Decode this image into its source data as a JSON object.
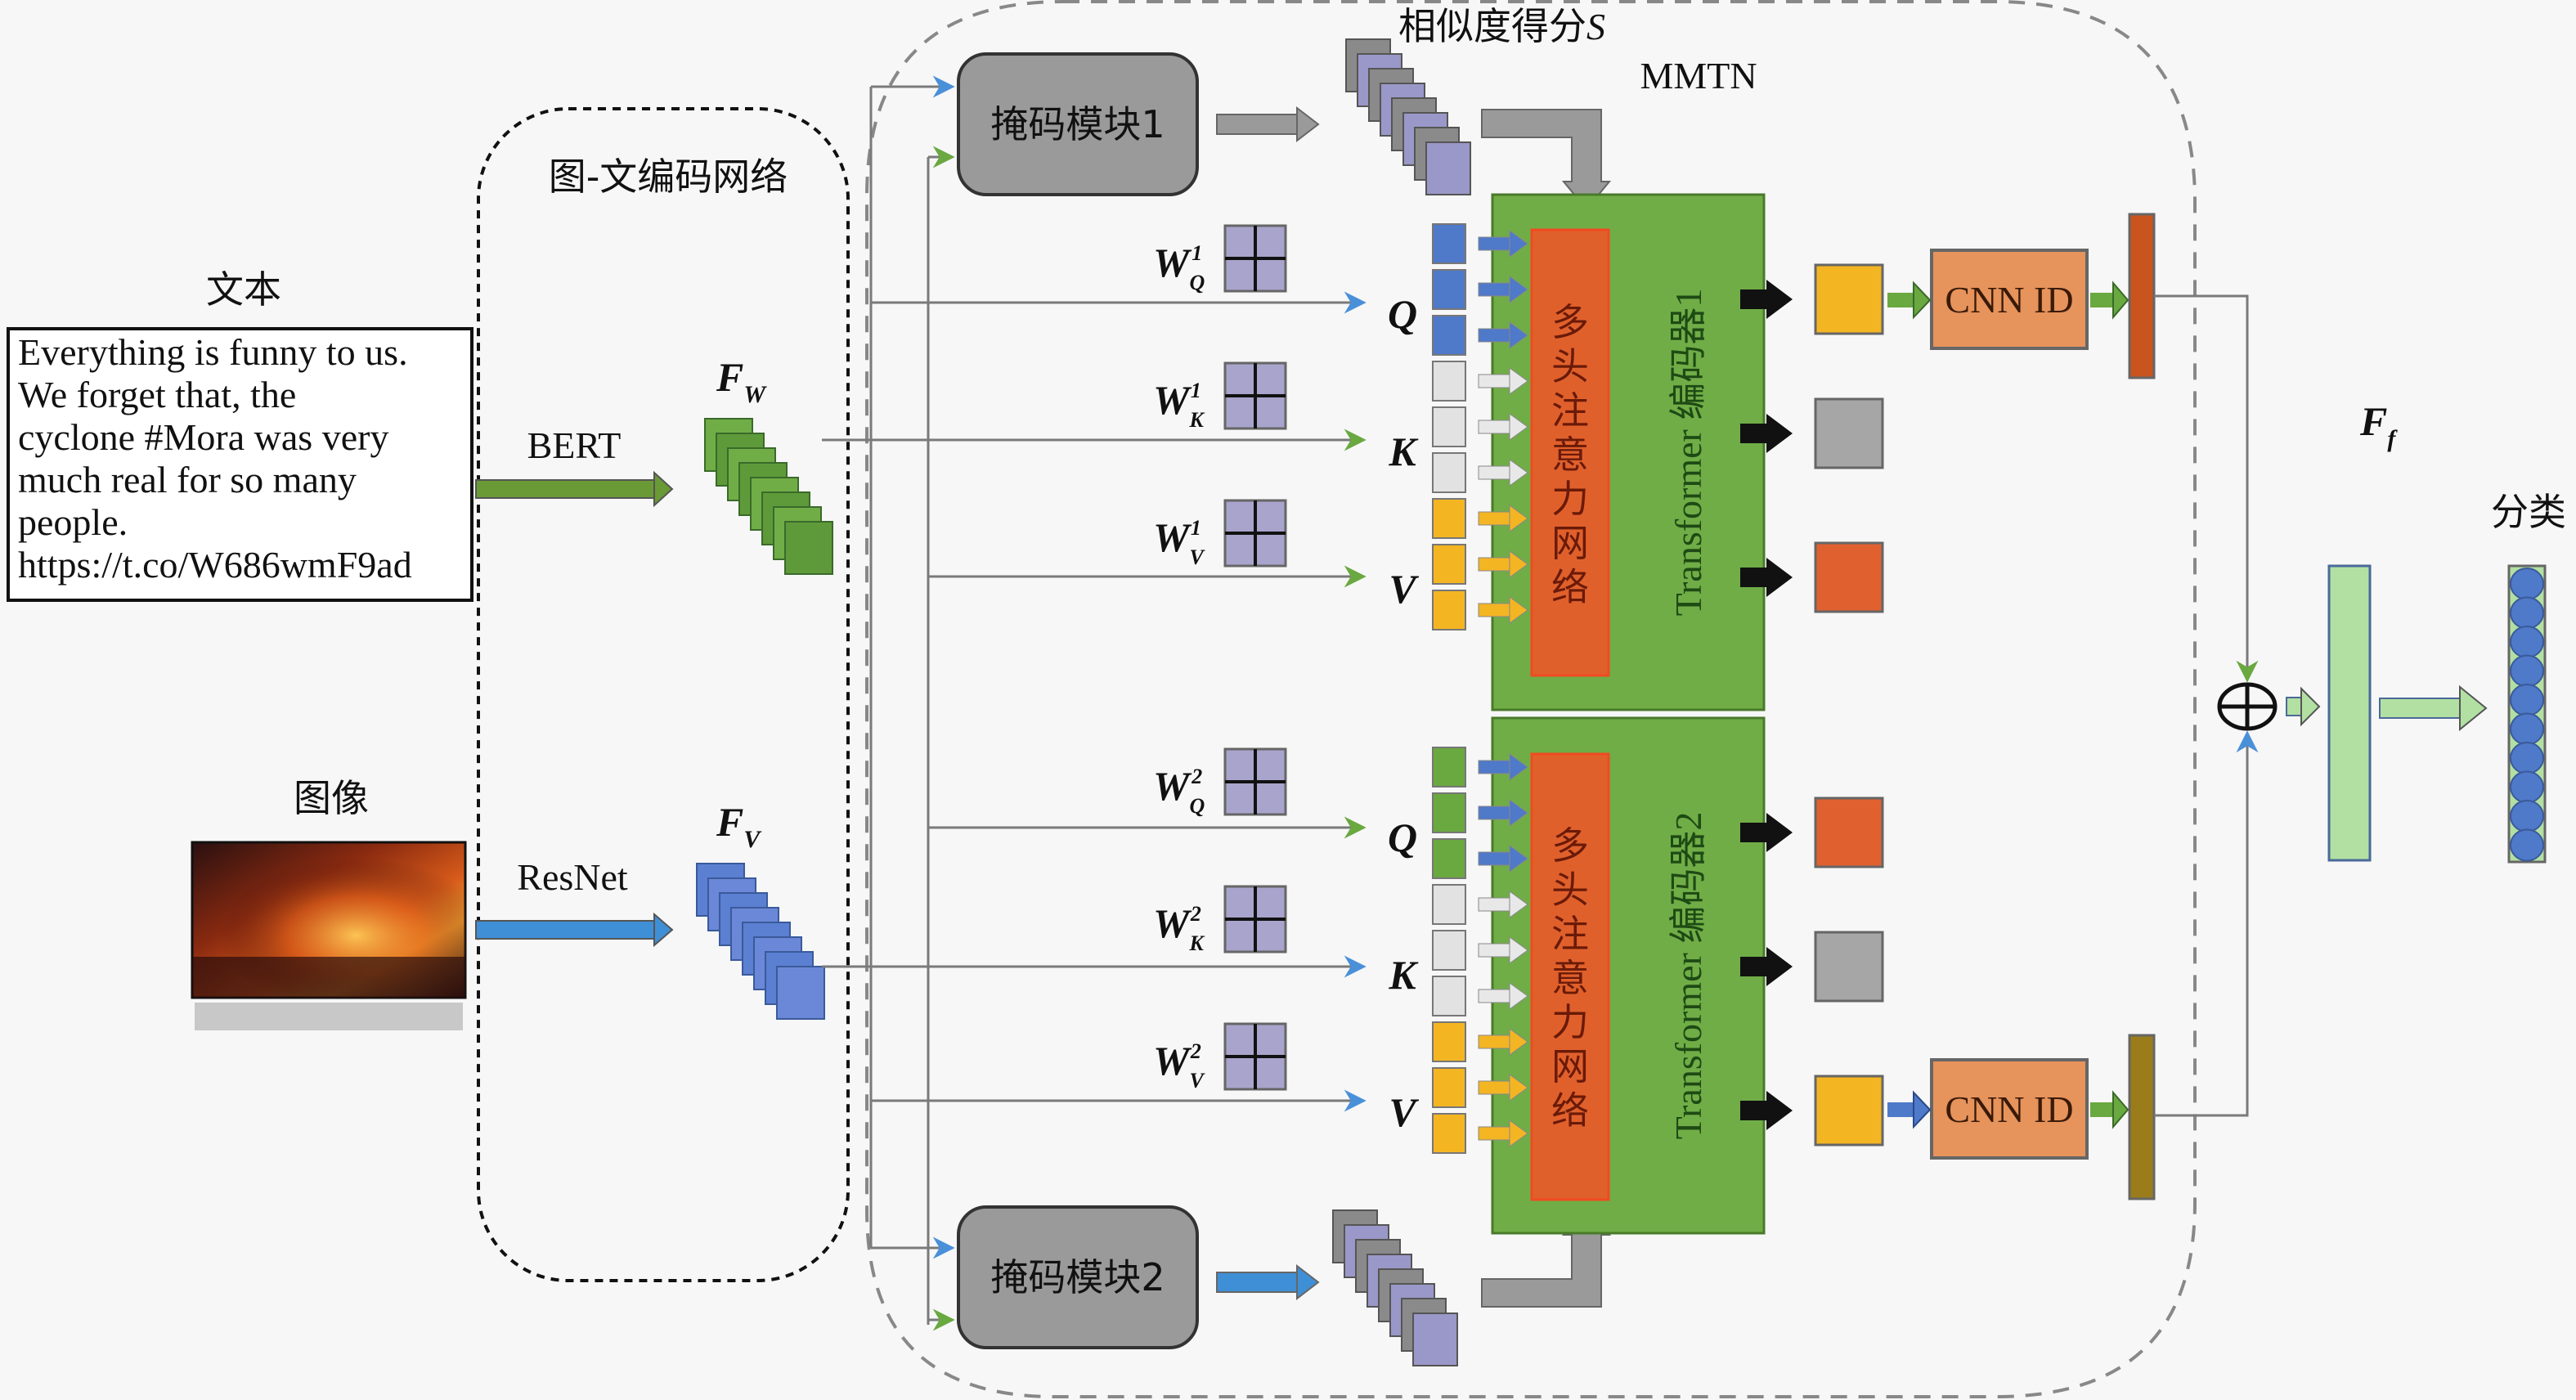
{
  "labels": {
    "text_title": "文本",
    "image_title": "图像",
    "encoder_title": "图-文编码网络",
    "bert": "BERT",
    "resnet": "ResNet",
    "fw_main": "F",
    "fw_sub": "W",
    "fv_main": "F",
    "fv_sub": "V",
    "mask1": "掩码模块1",
    "mask2": "掩码模块2",
    "similarity": "相似度得分",
    "similarity_var": "S",
    "mmtn": "MMTN",
    "mha": "多头注意力网络",
    "transformer1": "Transformer 编码器1",
    "transformer2": "Transformer 编码器2",
    "cnn_id": "CNN ID",
    "ff_main": "F",
    "ff_sub": "f",
    "classify": "分类",
    "q": "Q",
    "k": "K",
    "v": "V",
    "w": "W",
    "w_q_sub": "Q",
    "w_k_sub": "K",
    "w_v_sub": "V",
    "layer1": "1",
    "layer2": "2"
  },
  "input_text": {
    "lines": [
      "Everything is funny to us.",
      "We forget that, the",
      "cyclone #Mora was very",
      "much real for so many",
      "people.",
      "https://t.co/W686wmF9ad"
    ]
  },
  "icons": {
    "fusion": "circle-plus-icon",
    "image": "fire-photo-thumbnail"
  },
  "colors": {
    "text_feature": "#70ad47",
    "image_feature": "#5b7fd1",
    "mask_module": "#9a9a9a",
    "transformer": "#70ad47",
    "mha": "#e8663a",
    "cnn_id": "#e6935c",
    "q_token_1": "#4f79c9",
    "q_token_2": "#6aa840",
    "k_token": "#e2e2e2",
    "v_token": "#f4b523",
    "out_yellow": "#f4b523",
    "out_gray": "#a6a6a6",
    "out_orange": "#e06030",
    "id_bar_1": "#c9541e",
    "id_bar_2": "#9a7d1a",
    "ff_bar": "#b2e0a3",
    "class_circle": "#4f79c9"
  },
  "class_count": 10
}
